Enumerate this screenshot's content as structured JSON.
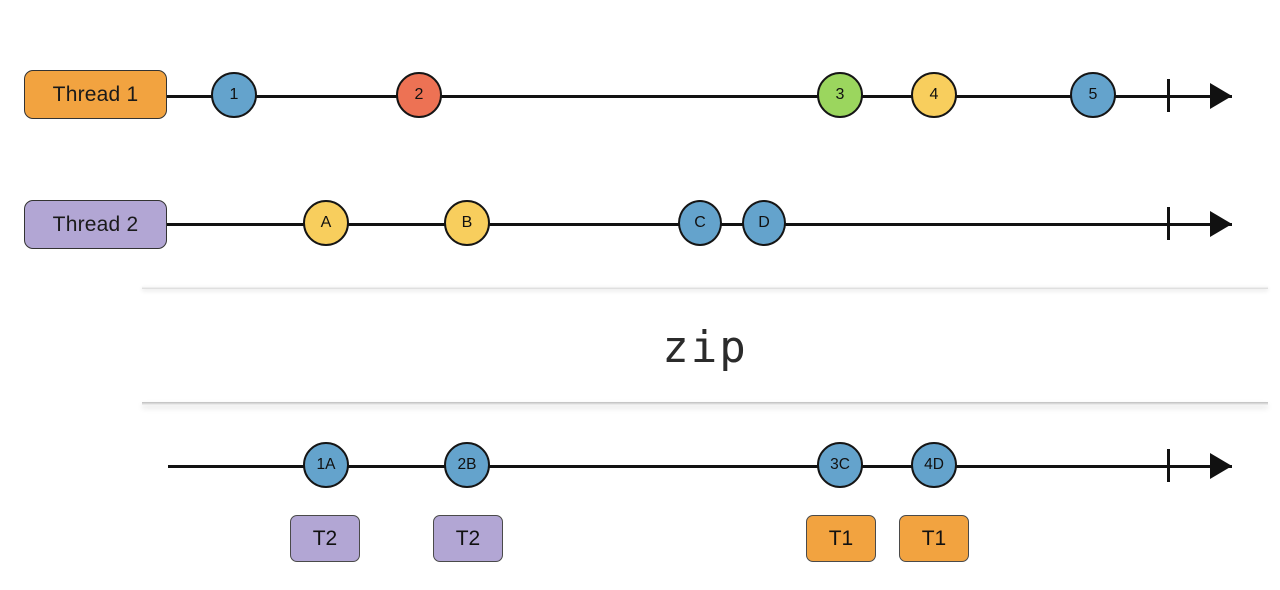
{
  "diagram": {
    "type": "marble-diagram",
    "operator": "zip",
    "background_color": "#ffffff",
    "stroke_color": "#111111"
  },
  "palette": {
    "blue": "#64A3CC",
    "orange": "#F2A340",
    "yellow": "#F8CE5D",
    "green": "#9BD65E",
    "red": "#ED7254",
    "purple": "#B2A6D4",
    "outline": "#151515",
    "box_outline": "#3a3a3a"
  },
  "streams": [
    {
      "id": "thread-1",
      "label": "Thread 1",
      "label_color": "#F2A340",
      "events": [
        {
          "value": "1",
          "color": "#64A3CC"
        },
        {
          "value": "2",
          "color": "#ED7254"
        },
        {
          "value": "3",
          "color": "#9BD65E"
        },
        {
          "value": "4",
          "color": "#F8CE5D"
        },
        {
          "value": "5",
          "color": "#64A3CC"
        }
      ]
    },
    {
      "id": "thread-2",
      "label": "Thread 2",
      "label_color": "#B2A6D4",
      "events": [
        {
          "value": "A",
          "color": "#F8CE5D"
        },
        {
          "value": "B",
          "color": "#F8CE5D"
        },
        {
          "value": "C",
          "color": "#64A3CC"
        },
        {
          "value": "D",
          "color": "#64A3CC"
        }
      ]
    }
  ],
  "operator_band": {
    "name": "zip"
  },
  "result": {
    "id": "zip-result",
    "events": [
      {
        "value": "1A",
        "color": "#64A3CC",
        "tag": "T2",
        "tag_color": "#B2A6D4"
      },
      {
        "value": "2B",
        "color": "#64A3CC",
        "tag": "T2",
        "tag_color": "#B2A6D4"
      },
      {
        "value": "3C",
        "color": "#64A3CC",
        "tag": "T1",
        "tag_color": "#F2A340"
      },
      {
        "value": "4D",
        "color": "#64A3CC",
        "tag": "T1",
        "tag_color": "#F2A340"
      }
    ]
  }
}
